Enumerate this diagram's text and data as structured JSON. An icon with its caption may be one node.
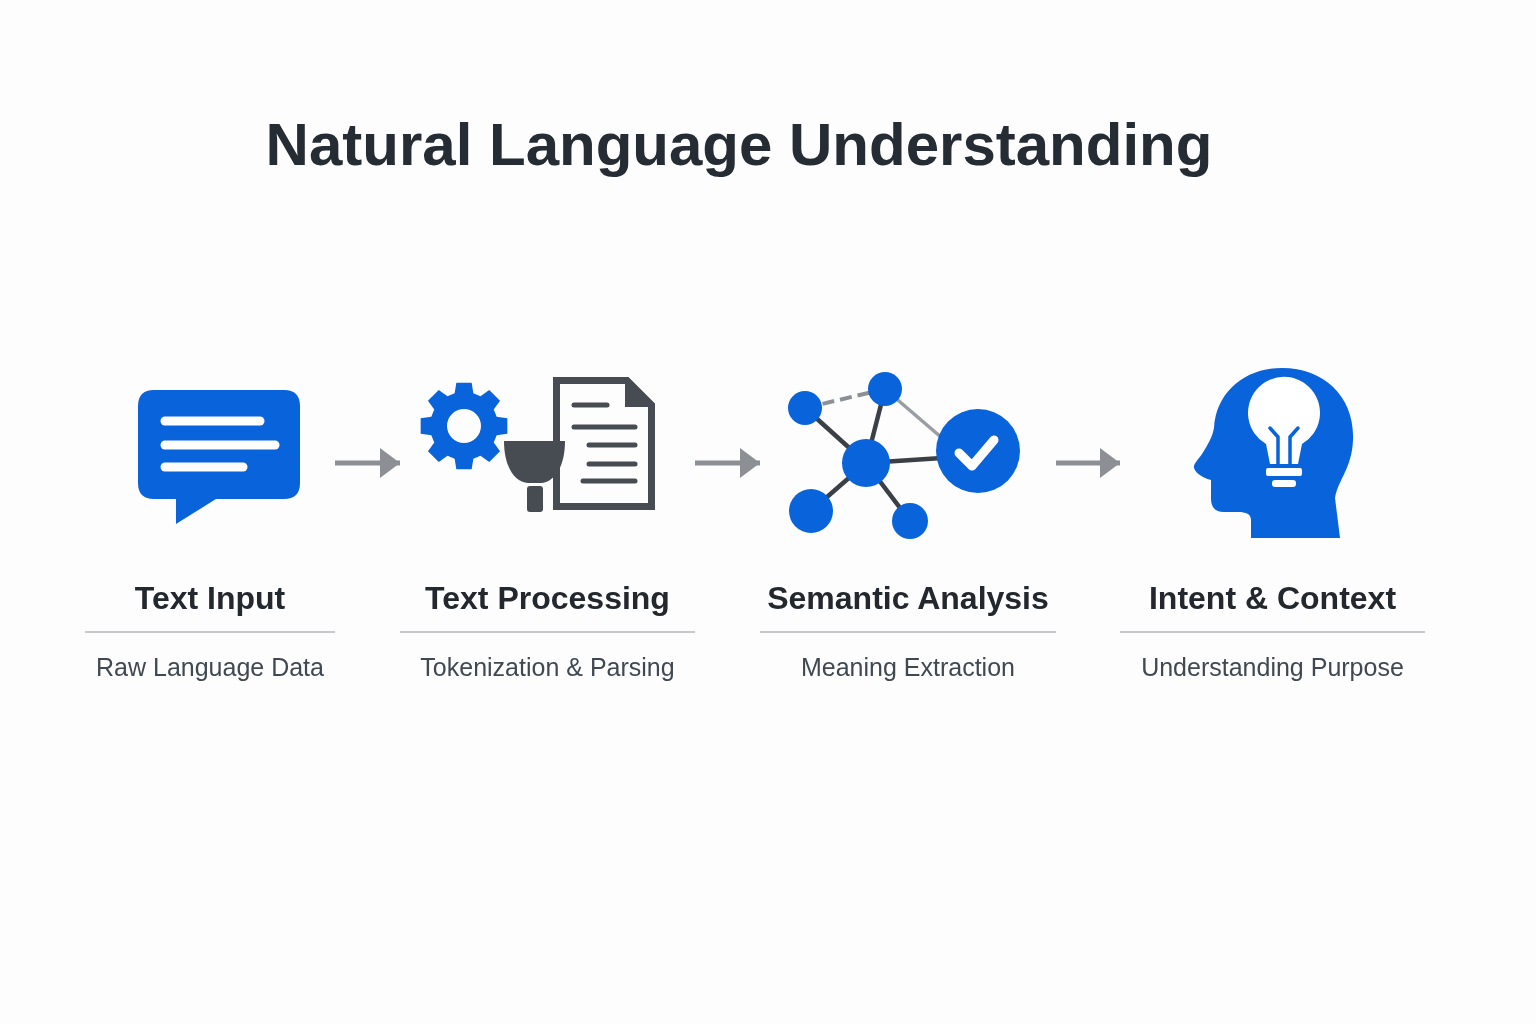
{
  "diagram": {
    "title": "Natural Language Understanding",
    "nodes": [
      {
        "text": [
          "Text Input",
          "Raw Language Data"
        ]
      },
      {
        "text": [
          "Text Processing",
          "Tokenization & Parsing"
        ]
      },
      {
        "text": [
          "Semantic Analysis",
          "Meaning Extraction"
        ]
      },
      {
        "text": [
          "Intent & Context",
          "Understanding Purpose"
        ]
      }
    ],
    "edges": [
      {
        "from": 0,
        "to": 1,
        "arrow": "to"
      },
      {
        "from": 1,
        "to": 2,
        "arrow": "to"
      },
      {
        "from": 2,
        "to": 3,
        "arrow": "to"
      }
    ]
  }
}
